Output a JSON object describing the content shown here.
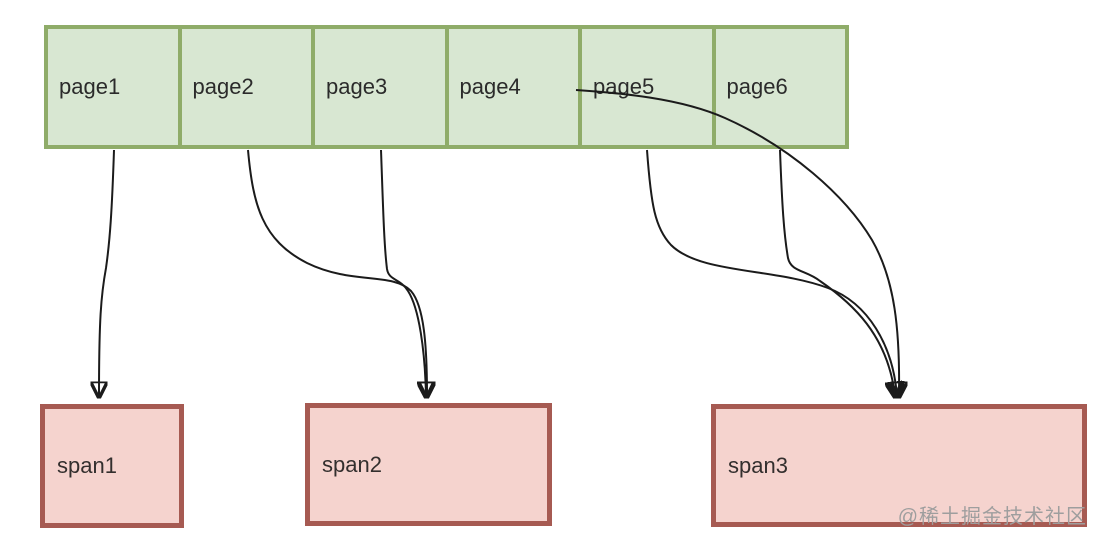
{
  "diagram": {
    "pages": [
      "page1",
      "page2",
      "page3",
      "page4",
      "page5",
      "page6"
    ],
    "spans": [
      "span1",
      "span2",
      "span3"
    ],
    "edges": [
      {
        "from": "page1",
        "to": "span1"
      },
      {
        "from": "page2",
        "to": "span2"
      },
      {
        "from": "page3",
        "to": "span2"
      },
      {
        "from": "page5",
        "to": "span3",
        "style": "curve crossing page5 label (strikethrough)"
      },
      {
        "from": "page5",
        "to": "span3"
      },
      {
        "from": "page6",
        "to": "span3"
      }
    ],
    "watermark": "@稀土掘金技术社区",
    "colors": {
      "page_fill": "#d8e7d2",
      "page_border": "#8fac69",
      "span_fill": "#f5d3ce",
      "span_border": "#a65a52",
      "edge": "#1b1b1b",
      "page_text": "#2b2b2b",
      "span_text": "#332f2e",
      "watermark_text": "#9e9e9e",
      "background": "#ffffff"
    }
  }
}
